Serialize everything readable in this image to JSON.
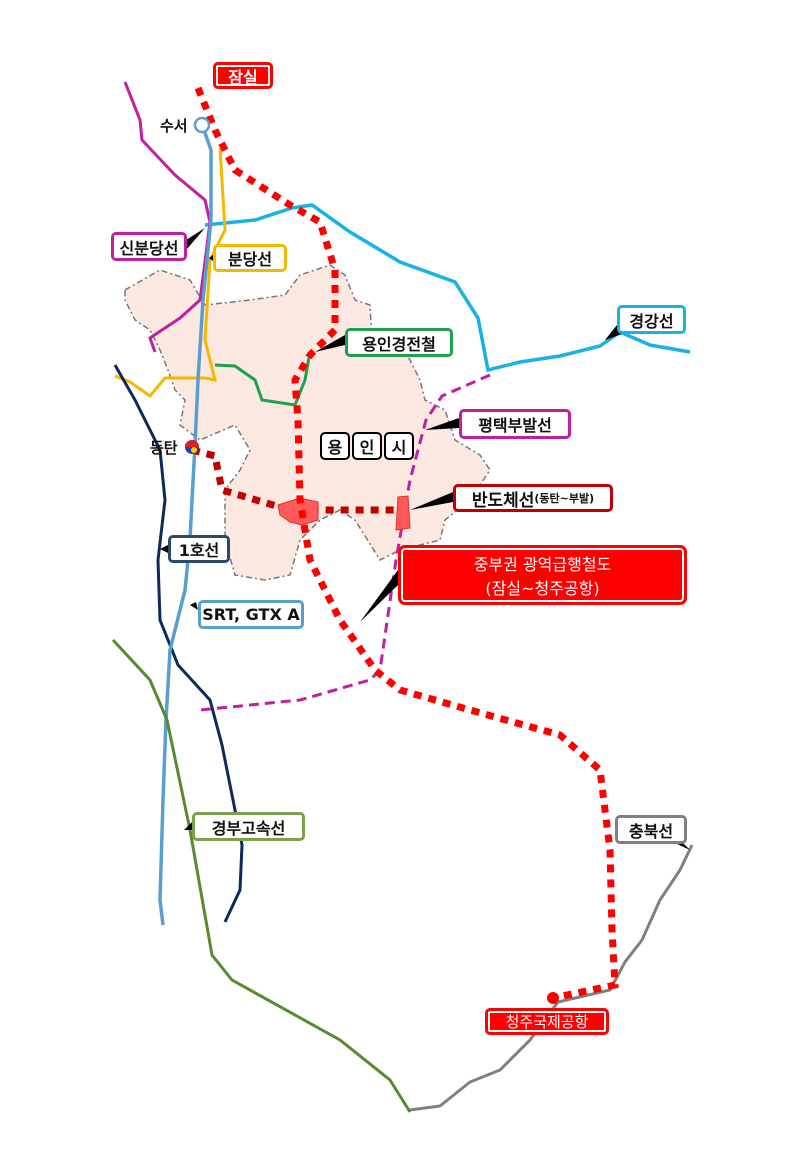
{
  "labels": {
    "jamsil": "잠실",
    "suseo": "수서",
    "sinbundang": "신분당선",
    "bundang": "분당선",
    "gyeonggang": "경강선",
    "yongin_light_rail": "용인경전철",
    "pyeongtaek_bubal": "평택부발선",
    "yongin_city": [
      "용",
      "인",
      "시"
    ],
    "dongtan": "동탄",
    "semiconductor_line": "반도체선",
    "semiconductor_line_sub": "(동탄~부발)",
    "line1": "1호선",
    "srt_gtx": "SRT, GTX A",
    "main_line_title": "중부권 광역급행철도",
    "main_line_sub": "(잠실~청주공항)",
    "gyeongbu_hsr": "경부고속선",
    "chungbuk": "충북선",
    "cheongju_airport": "청주국제공항"
  },
  "colors": {
    "main_line": "#ff0000",
    "semiconductor_line": "#c00000",
    "sinbundang": "#c020a0",
    "bundang": "#f5b800",
    "gyeonggang": "#1ab0e8",
    "yongin_light_rail": "#1fa050",
    "pyeongtaek_bubal": "#c020a0",
    "line1": "#0d2a5c",
    "srt_gtx": "#5a9ed0",
    "gyeongbu_hsr": "#5a8a30",
    "chungbuk": "#808080",
    "yongin_area": "#fbe8e0"
  }
}
